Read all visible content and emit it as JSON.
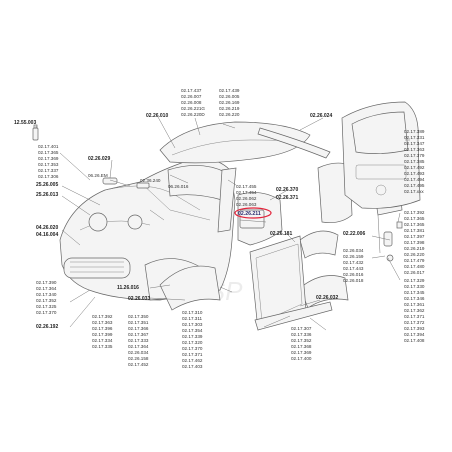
{
  "diagram": {
    "watermark": "ProVSP",
    "highlight_ref": "02.26.211",
    "labels": [
      "12.55.003",
      "02.17.401",
      "02.17.365",
      "02.17.369",
      "02.17.353",
      "02.17.337",
      "02.17.306",
      "02.26.029",
      "06.26.EM",
      "25.26.005",
      "25.26.013",
      "04.26.020",
      "04.16.004",
      "02.17.390",
      "02.17.364",
      "02.17.340",
      "02.17.352",
      "02.17.325",
      "02.17.370",
      "02.26.192",
      "02.26.010",
      "02.17.437",
      "02.26.007",
      "02.26.008",
      "02.26.221G",
      "02.26.220D",
      "02.17.439",
      "02.26.005",
      "02.26.169",
      "02.26.219",
      "02.26.220",
      "02.36.240",
      "06.26.016",
      "02.26.024",
      "02.17.455",
      "02.17.454",
      "02.26.062",
      "02.26.063",
      "02.26.370",
      "02.26.371",
      "02.26.181",
      "02.17.392",
      "02.17.363",
      "02.17.396",
      "02.17.399",
      "02.17.334",
      "02.17.335",
      "02.17.350",
      "02.17.351",
      "02.17.366",
      "02.17.367",
      "02.17.333",
      "02.17.364",
      "02.26.034",
      "02.26.158",
      "02.17.452",
      "11.26.016",
      "02.26.033",
      "02.17.310",
      "02.17.311",
      "02.17.303",
      "02.17.354",
      "02.17.339",
      "02.17.320",
      "02.17.370",
      "02.17.371",
      "02.17.462",
      "02.17.403",
      "02.17.307",
      "02.17.336",
      "02.17.352",
      "02.17.368",
      "02.17.369",
      "02.17.400",
      "02.26.032",
      "02.22.006",
      "02.26.034",
      "02.26.159",
      "02.17.432",
      "02.17.443",
      "02.26.016",
      "02.26.018",
      "02.17.329",
      "02.17.330",
      "02.17.345",
      "02.17.346",
      "02.17.361",
      "02.17.362",
      "02.17.371",
      "02.17.372",
      "02.17.393",
      "02.17.394",
      "02.17.408",
      "02.17.392",
      "02.17.365",
      "02.17.365",
      "02.17.381",
      "02.17.397",
      "02.17.398",
      "02.26.219",
      "02.26.220",
      "02.17.479",
      "02.17.480",
      "02.26.017",
      "02.17.389",
      "02.17.331",
      "02.17.347",
      "02.17.363",
      "02.17.379",
      "02.17.385",
      "02.17.492",
      "02.17.493",
      "02.17.494",
      "02.17.495",
      "02.17.xxx"
    ]
  }
}
